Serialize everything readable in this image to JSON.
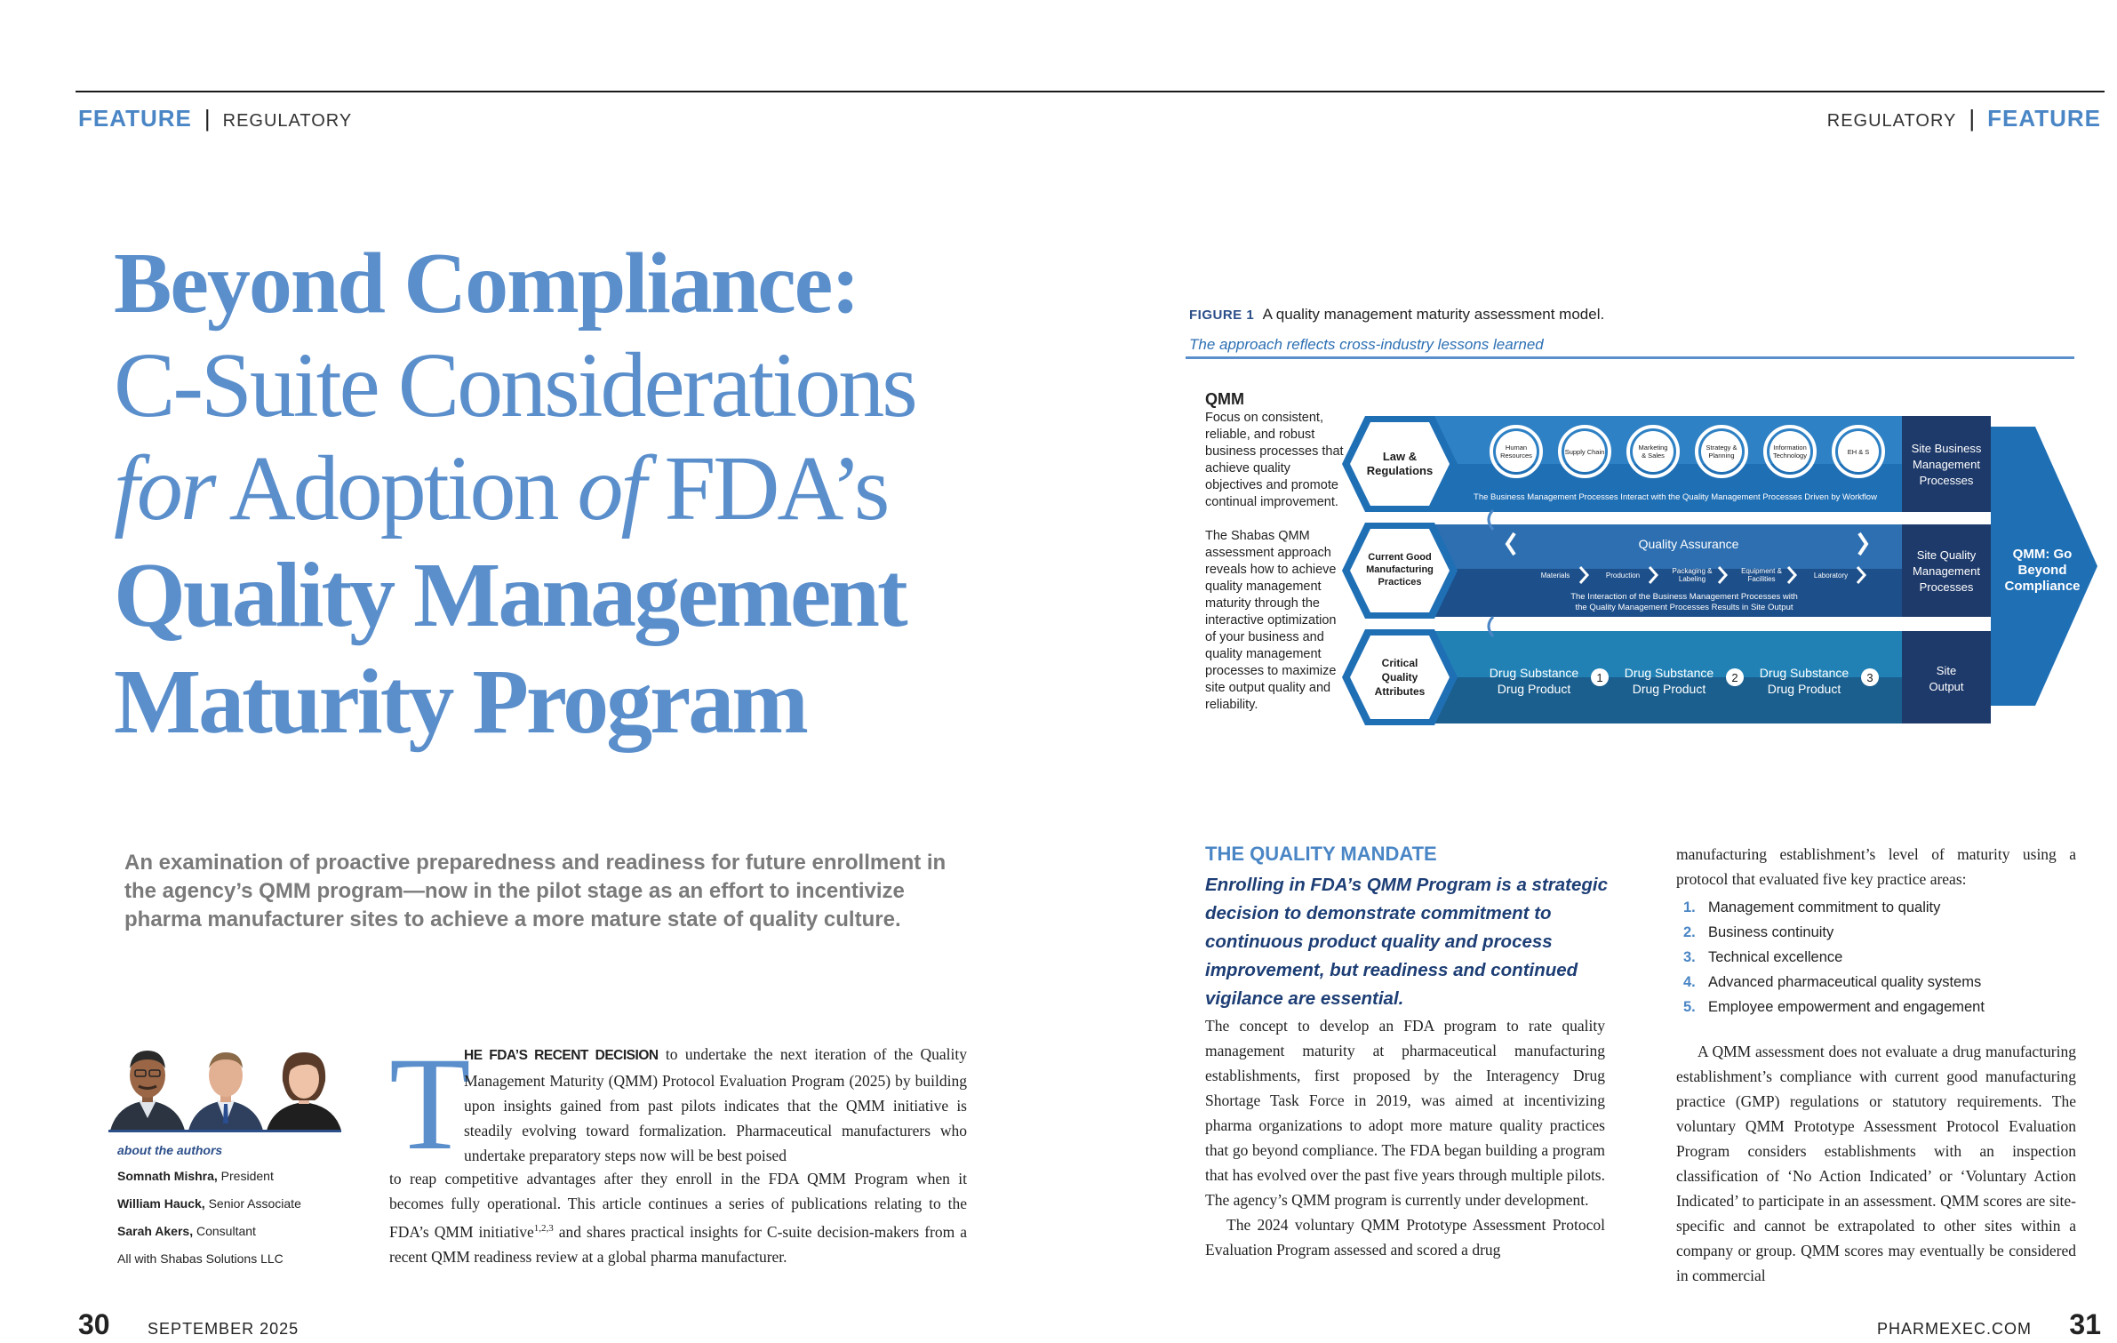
{
  "header": {
    "left_feature": "FEATURE",
    "left_section": "REGULATORY",
    "right_section": "REGULATORY",
    "right_feature": "FEATURE"
  },
  "title": {
    "line1": "Beyond Compliance:",
    "line2": "C-Suite Considerations",
    "line3_for": "for",
    "line3_adoption": " Adoption ",
    "line3_of": "of",
    "line3_fda": " FDA’s",
    "line4": "Quality Management",
    "line5": "Maturity Program"
  },
  "dek": "An examination of proactive preparedness and readiness for future enrollment in the agency’s QMM program—now in the pilot stage as an effort to incentivize pharma manufacturer sites to achieve a more mature state of quality culture.",
  "authors": {
    "label": "about the authors",
    "list": [
      {
        "name": "Somnath Mishra,",
        "role": " President"
      },
      {
        "name": "William Hauck,",
        "role": " Senior Associate"
      },
      {
        "name": "Sarah Akers,",
        "role": " Consultant"
      }
    ],
    "affiliation": "All with Shabas Solutions LLC"
  },
  "intro": {
    "dropcap": "T",
    "lead": "HE FDA’S RECENT DECISION",
    "text1": " to undertake the next iteration of the Quality Management Maturity (QMM) Protocol Evaluation Program (2025) by building upon insights gained from past pilots indicates that the QMM initiative is steadily evolving toward formalization. Pharmaceutical manufacturers who undertake preparatory steps now will be best poised",
    "text2": "to reap competitive advantages after they enroll in the FDA QMM Program when it becomes fully operational. This article continues a series of publications relating to the FDA’s QMM initiative",
    "sup": "1,2,3",
    "text3": " and shares practical insights for C-suite decision-makers from a recent QMM readiness review at a global pharma manufacturer."
  },
  "footer": {
    "left_page": "30",
    "date": "SEPTEMBER 2025",
    "site": "PHARMEXEC.COM",
    "right_page": "31"
  },
  "figure": {
    "label": "FIGURE 1",
    "caption": "A quality management maturity assessment model.",
    "subcaption": "The approach reflects cross-industry lessons learned",
    "side_title": "QMM",
    "side_p1": "Focus on consistent, reliable, and robust business processes that achieve quality objectives and promote continual improvement.",
    "side_p2": "The Shabas QMM assessment approach reveals how to achieve quality management maturity through the interactive optimization of your business and quality management processes to maximize site output quality and reliability.",
    "row1_hex": [
      "Law &",
      "Regulations"
    ],
    "row2_hex": [
      "Current Good",
      "Manufacturing",
      "Practices"
    ],
    "row3_hex": [
      "Critical",
      "Quality",
      "Attributes"
    ],
    "circles": [
      [
        "Human",
        "Resources"
      ],
      [
        "Supply Chain"
      ],
      [
        "Marketing",
        "& Sales"
      ],
      [
        "Strategy &",
        "Planning"
      ],
      [
        "Information",
        "Technology"
      ],
      [
        "EH & S"
      ]
    ],
    "row1_note": "The Business Management Processes Interact with the Quality Management Processes Driven by Workflow",
    "row1_end": [
      "Site Business",
      "Management",
      "Processes"
    ],
    "qa_label": "Quality Assurance",
    "qa_items": [
      [
        "Materials"
      ],
      [
        "Production"
      ],
      [
        "Packaging &",
        "Labeling"
      ],
      [
        "Equipment &",
        "Facilities"
      ],
      [
        "Laboratory"
      ]
    ],
    "row2_note": [
      "The Interaction of the Business Management Processes with",
      "the Quality Management Processes Results in Site Output"
    ],
    "row2_end": [
      "Site Quality",
      "Management",
      "Processes"
    ],
    "ds": [
      {
        "a": "Drug Substance",
        "b": "Drug Product",
        "n": "1"
      },
      {
        "a": "Drug Substance",
        "b": "Drug Product",
        "n": "2"
      },
      {
        "a": "Drug Substance",
        "b": "Drug Product",
        "n": "3"
      }
    ],
    "row3_end": [
      "Site",
      "Output"
    ],
    "arrow_text": [
      "QMM: Go",
      "Beyond",
      "Compliance"
    ]
  },
  "mandate": {
    "heading": "THE QUALITY MANDATE",
    "pullquote": "Enrolling in FDA’s QMM Program is a strategic decision to demonstrate commitment to continuous product quality and process improvement, but readiness and continued vigilance are essential.",
    "p1": "The concept to develop an FDA program to rate quality management maturity at pharmaceutical manufacturing establishments, first proposed by the Interagency Drug Shortage Task Force in 2019, was aimed at incentivizing pharma organizations to adopt more mature quality practices that go beyond compliance. The FDA began building a program that has evolved over the past five years through multiple pilots. The agency’s QMM program is currently under development.",
    "p2": "The 2024 voluntary QMM Prototype Assessment Protocol Evaluation Program assessed and scored a drug",
    "col2_p1": "manufacturing establishment’s level of maturity using a protocol that evaluated five key practice areas:",
    "list": [
      {
        "n": "1.",
        "t": "Management commitment to quality"
      },
      {
        "n": "2.",
        "t": "Business continuity"
      },
      {
        "n": "3.",
        "t": "Technical excellence"
      },
      {
        "n": "4.",
        "t": "Advanced pharmaceutical quality systems"
      },
      {
        "n": "5.",
        "t": "Employee empowerment and engagement"
      }
    ],
    "col2_p2": "A QMM assessment does not evaluate a drug manufacturing establishment’s compliance with current good manufacturing practice (GMP) regulations or statutory requirements. The voluntary QMM Prototype Assessment Protocol Evaluation Program considers establishments with an inspection classification of ‘No Action Indicated’ or ‘Voluntary Action Indicated’ to participate in an assessment.  QMM scores  are site-specific and cannot be extrapolated to other sites within a company or group. QMM scores may eventually be considered in commercial"
  },
  "colors": {
    "accent": "#5b8fcc",
    "navy": "#1d3e75",
    "fig_blue": "#1f6fb5",
    "fig_dark": "#1e3a6a"
  }
}
